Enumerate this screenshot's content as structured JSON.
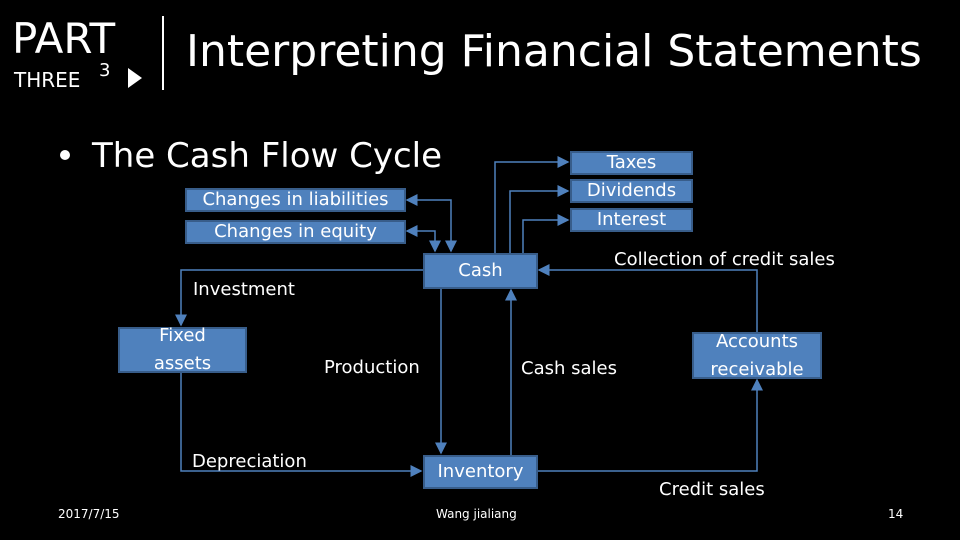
{
  "header": {
    "part": "PART",
    "three": "THREE",
    "number": "3",
    "title": "Interpreting Financial Statements"
  },
  "bullet": "The Cash Flow Cycle",
  "boxes": {
    "taxes": "Taxes",
    "dividends": "Dividends",
    "interest": "Interest",
    "liabilities": "Changes in liabilities",
    "equity": "Changes in equity",
    "cash": "Cash",
    "fixed_assets": "Fixed assets",
    "inventory": "Inventory",
    "receivable": "Accounts receivable"
  },
  "labels": {
    "investment": "Investment",
    "production": "Production",
    "cash_sales": "Cash sales",
    "collection": "Collection of credit sales",
    "depreciation": "Depreciation",
    "credit_sales": "Credit sales"
  },
  "footer": {
    "date": "2017/7/15",
    "author": "Wang jialiang",
    "page": "14"
  },
  "colors": {
    "box": "#4f81bd",
    "border": "#385d8a",
    "line": "#4f81bd"
  }
}
